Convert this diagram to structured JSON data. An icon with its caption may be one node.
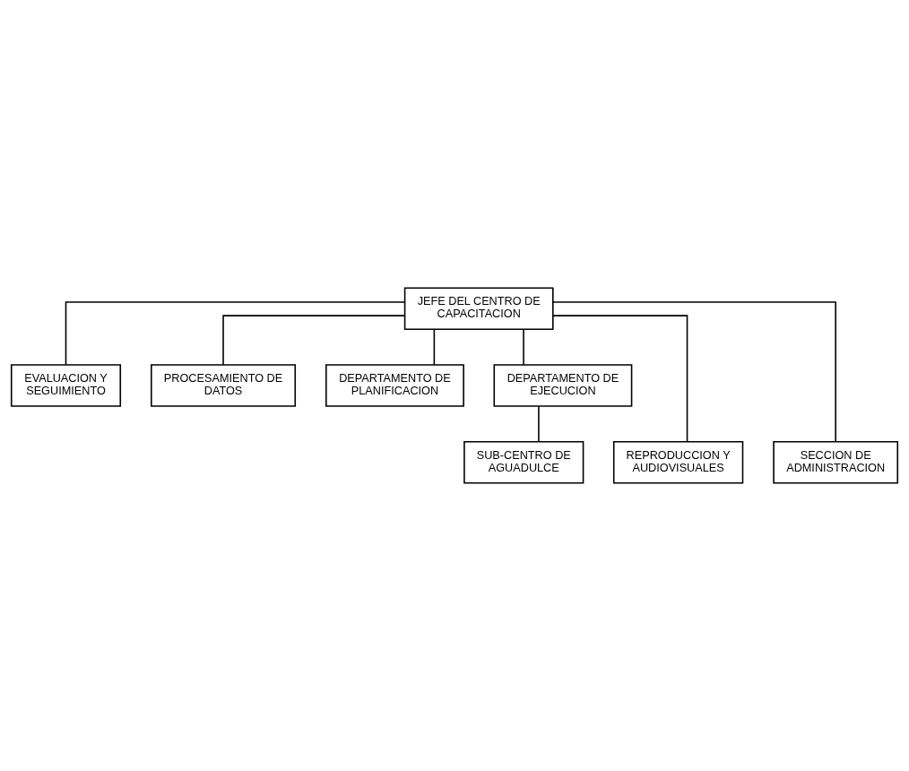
{
  "diagram": {
    "nodes": [
      {
        "text": [
          "JEFE DEL CENTRO DE CAPACITACION"
        ]
      },
      {
        "text": [
          "EVALUACION Y SEGUIMIENTO"
        ]
      },
      {
        "text": [
          "PROCESAMIENTO DE DATOS"
        ]
      },
      {
        "text": [
          "DEPARTAMENTO DE PLANIFICACION"
        ]
      },
      {
        "text": [
          "DEPARTAMENTO DE EJECUCION"
        ]
      },
      {
        "text": [
          "REPRODUCCION Y AUDIOVISUALES"
        ]
      },
      {
        "text": [
          "SECCION DE ADMINISTRACION"
        ]
      },
      {
        "text": [
          "SUB-CENTRO DE AGUADULCE"
        ]
      }
    ],
    "edges": [
      {
        "from": 0,
        "to": 1,
        "arrow": "none"
      },
      {
        "from": 0,
        "to": 2,
        "arrow": "none"
      },
      {
        "from": 0,
        "to": 3,
        "arrow": "none"
      },
      {
        "from": 0,
        "to": 4,
        "arrow": "none"
      },
      {
        "from": 0,
        "to": 5,
        "arrow": "none"
      },
      {
        "from": 0,
        "to": 6,
        "arrow": "none"
      },
      {
        "from": 4,
        "to": 7,
        "arrow": "none"
      }
    ]
  }
}
